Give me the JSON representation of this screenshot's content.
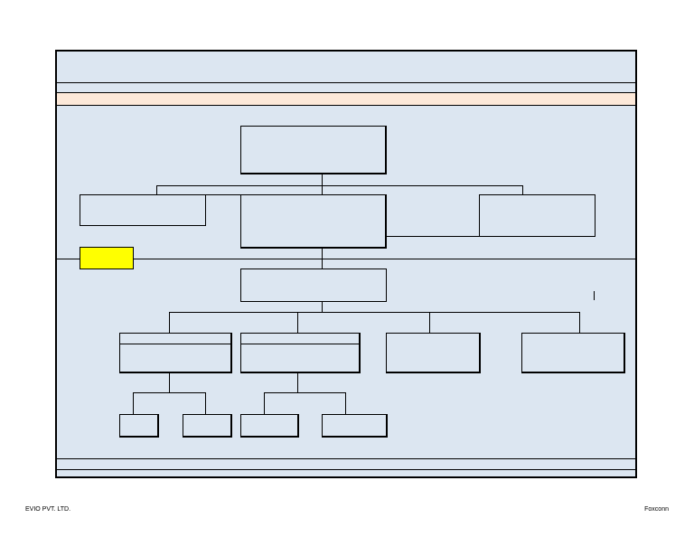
{
  "footer": {
    "left": "EVIO PVT. LTD.",
    "right": "Foxconn"
  },
  "colors": {
    "sheet_background": "#dce6f1",
    "header_band": "#fde9d9",
    "legend_highlight": "#ffff00",
    "line": "#000000"
  },
  "boxes": [
    {
      "id": "top-box",
      "label": ""
    },
    {
      "id": "left-box",
      "label": ""
    },
    {
      "id": "center-box",
      "label": ""
    },
    {
      "id": "right-box",
      "label": ""
    },
    {
      "id": "mid-box",
      "label": ""
    },
    {
      "id": "branch-1",
      "label": ""
    },
    {
      "id": "branch-2",
      "label": ""
    },
    {
      "id": "branch-3",
      "label": ""
    },
    {
      "id": "branch-4",
      "label": ""
    },
    {
      "id": "leaf-1",
      "label": ""
    },
    {
      "id": "leaf-2",
      "label": ""
    },
    {
      "id": "leaf-3",
      "label": ""
    },
    {
      "id": "leaf-4",
      "label": ""
    }
  ]
}
